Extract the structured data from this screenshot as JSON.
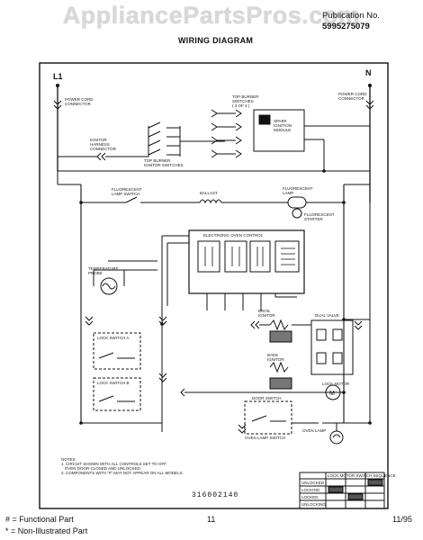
{
  "header": {
    "watermark": "AppliancePartsPros.com",
    "publication_label": "Publication No.",
    "publication_number": "5995275079",
    "diagram_title": "WIRING DIAGRAM"
  },
  "terminals": {
    "left": "L1",
    "right": "N"
  },
  "labels": {
    "power_cord_left": "POWER CORD\nCONNECTOR",
    "power_cord_right": "POWER CORD\nCONNECTOR",
    "ignitor_harness": "IGNITOR\nHARNESS\nCONNECTOR",
    "top_burner_switches": "TOP BURNER\nSWITCHES\n( 3 OF 4 )",
    "spark_module": "SPARK\nIGNITION\nMODULE",
    "top_burner_ignitor_switches": "TOP BURNER\nIGNITOR SWITCHES",
    "fluorescent_lamp_switch": "FLUORESCENT\nLAMP SWITCH",
    "ballast": "BALLAST",
    "fluorescent_lamp": "FLUORESCENT\nLAMP",
    "fluorescent_starter": "FLUORESCENT\nSTARTER",
    "electronic_oven_control": "ELECTRONIC OVEN CONTROL",
    "temperature_probe": "TEMPERATURE\nPROBE",
    "lock_switch_a": "LOCK SWITCH A",
    "lock_switch_b": "LOCK SWITCH B",
    "broil_ignitor": "BROIL\nIGNITOR",
    "bake_ignitor": "BAKE\nIGNITOR",
    "dual_valve": "DUAL VALVE",
    "door_switch": "DOOR SWITCH",
    "lock_motor": "LOCK MOTOR",
    "oven_lamp": "OVEN LAMP",
    "oven_lamp_switch": "OVEN LAMP SWITCH"
  },
  "notes": {
    "title": "NOTES:",
    "items": [
      "1. CIRCUIT SHOWN WITH ALL CONTROLS SET TO OFF.",
      "   OVEN DOOR CLOSED AND UNLOCKED.",
      "2. COMPONENTS WITH \"#\" MAY NOT APPEAR ON ALL MODELS."
    ]
  },
  "legend_table": {
    "title": "LOCK MOTOR SWITCH SEQUENCE",
    "rows": [
      "UNLOCKED",
      "LOCKING",
      "LOCKED",
      "UNLOCKING"
    ]
  },
  "part_number": "316002140",
  "footer": {
    "functional": "# = Functional Part",
    "non_illustrated": "* = Non-Illustrated Part",
    "page": "11",
    "date": "11/95"
  }
}
